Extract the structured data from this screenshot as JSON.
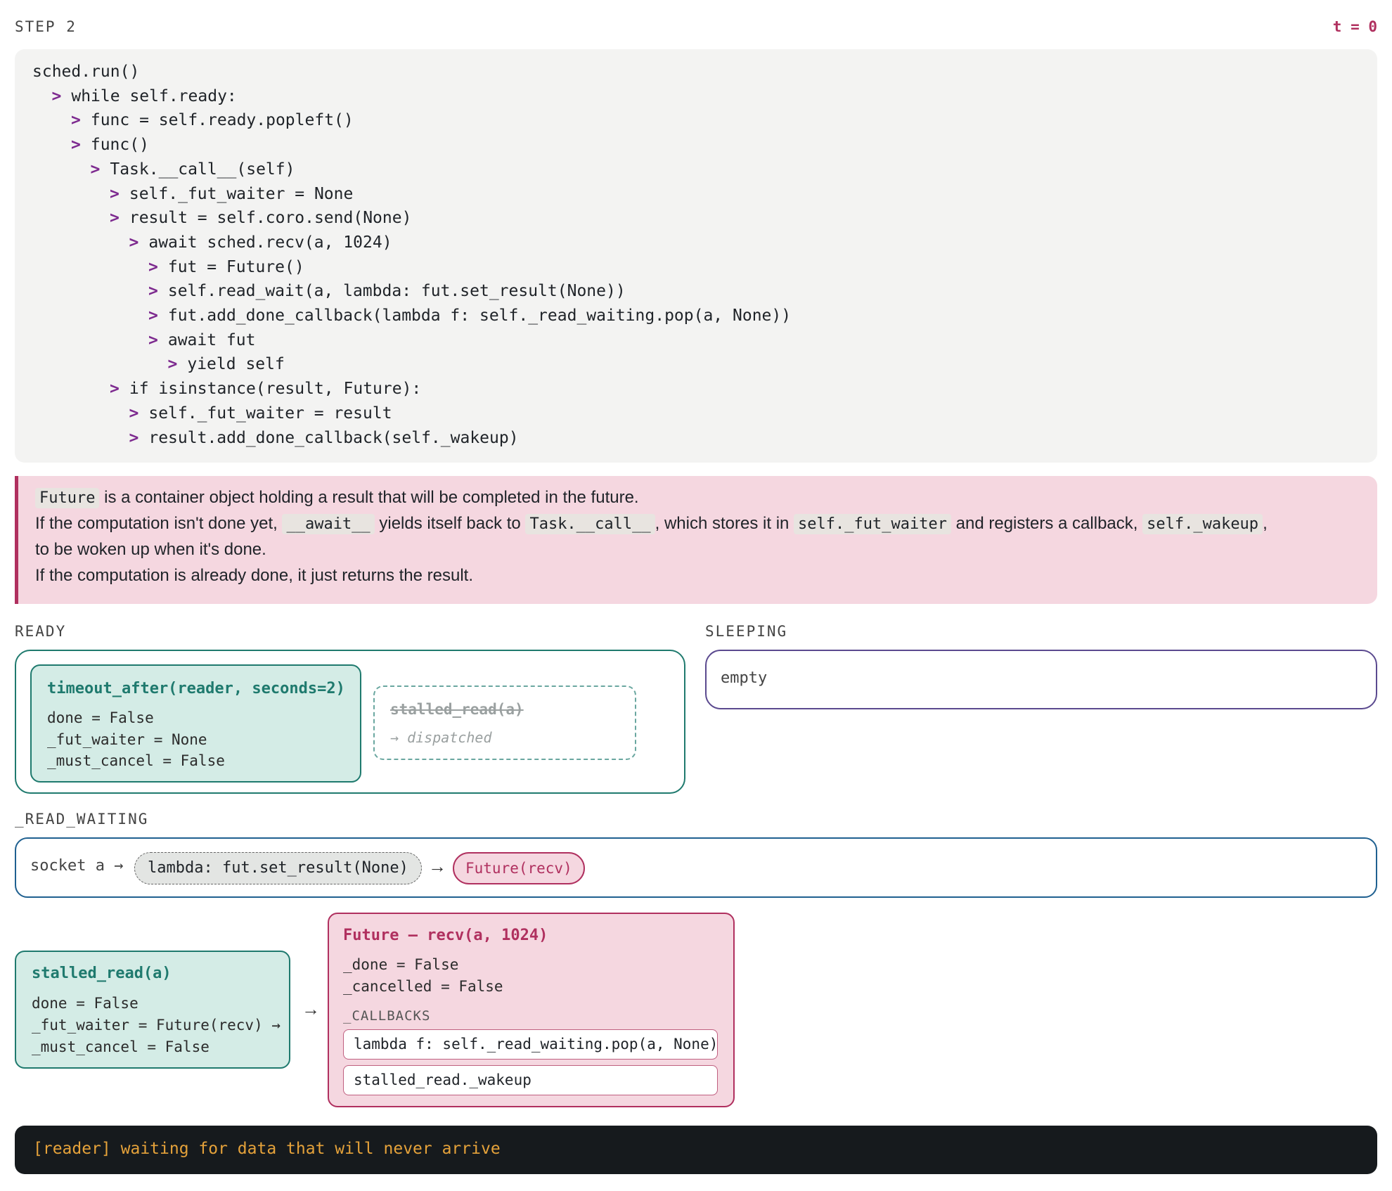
{
  "header": {
    "step_label": "STEP 2",
    "time_label": "t = 0"
  },
  "code_lines": [
    {
      "indent": 0,
      "arrow": "",
      "text": "sched.run()"
    },
    {
      "indent": 1,
      "arrow": ">",
      "text": "while self.ready:"
    },
    {
      "indent": 2,
      "arrow": ">",
      "text": "func = self.ready.popleft()"
    },
    {
      "indent": 2,
      "arrow": ">",
      "text": "func()"
    },
    {
      "indent": 3,
      "arrow": ">",
      "text": "Task.__call__(self)"
    },
    {
      "indent": 4,
      "arrow": ">",
      "text": "self._fut_waiter = None"
    },
    {
      "indent": 4,
      "arrow": ">",
      "text": "result = self.coro.send(None)"
    },
    {
      "indent": 5,
      "arrow": ">",
      "text": "await sched.recv(a, 1024)"
    },
    {
      "indent": 6,
      "arrow": ">",
      "text": "fut = Future()"
    },
    {
      "indent": 6,
      "arrow": ">",
      "text": "self.read_wait(a, lambda: fut.set_result(None))"
    },
    {
      "indent": 6,
      "arrow": ">",
      "text": "fut.add_done_callback(lambda f: self._read_waiting.pop(a, None))"
    },
    {
      "indent": 6,
      "arrow": ">",
      "text": "await fut"
    },
    {
      "indent": 7,
      "arrow": ">",
      "text": "yield self"
    },
    {
      "indent": 4,
      "arrow": ">",
      "text": "if isinstance(result, Future):"
    },
    {
      "indent": 5,
      "arrow": ">",
      "text": "self._fut_waiter = result"
    },
    {
      "indent": 5,
      "arrow": ">",
      "text": "result.add_done_callback(self._wakeup)"
    }
  ],
  "note": {
    "line1_code": "Future",
    "line1_text": " is a container object holding a result that will be completed in the future.",
    "line2_a": "If the computation isn't done yet, ",
    "line2_code1": "__await__",
    "line2_b": " yields itself back to ",
    "line2_code2": "Task.__call__",
    "line2_c": ", which stores it in ",
    "line2_code3": "self._fut_waiter",
    "line2_d": " and registers a callback, ",
    "line2_code4": "self._wakeup",
    "line2_e": ",",
    "line3": "to be woken up when it's done.",
    "line4": "If the computation is already done, it just returns the result."
  },
  "ready": {
    "label": "READY",
    "task": {
      "title": "timeout_after(reader, seconds=2)",
      "attrs": [
        "done = False",
        "_fut_waiter = None",
        "_must_cancel = False"
      ]
    },
    "dispatched": {
      "title": "stalled_read(a)",
      "subtitle": "→ dispatched"
    }
  },
  "sleeping": {
    "label": "SLEEPING",
    "empty_text": "empty"
  },
  "read_waiting": {
    "label": "_READ_WAITING",
    "socket_text": "socket a →",
    "lambda_text": "lambda: fut.set_result(None)",
    "arrow": "→",
    "future_text": "Future(recv)"
  },
  "stalled_task": {
    "title": "stalled_read(a)",
    "attrs": [
      "done = False",
      "_fut_waiter = Future(recv) →",
      "_must_cancel = False"
    ],
    "link_arrow": "→"
  },
  "future_card": {
    "title": "Future — recv(a, 1024)",
    "attrs": [
      "_done = False",
      "_cancelled = False"
    ],
    "callbacks_label": "_CALLBACKS",
    "callbacks": [
      "lambda f: self._read_waiting.pop(a, None)",
      "stalled_read._wakeup"
    ]
  },
  "console": {
    "text": "[reader] waiting for data that will never arrive"
  },
  "colors": {
    "accent_pink": "#b0305f",
    "accent_teal": "#1f7a6e",
    "accent_purple": "#5b4a8f",
    "accent_blue": "#1f6090",
    "console_text": "#e5a23a"
  }
}
